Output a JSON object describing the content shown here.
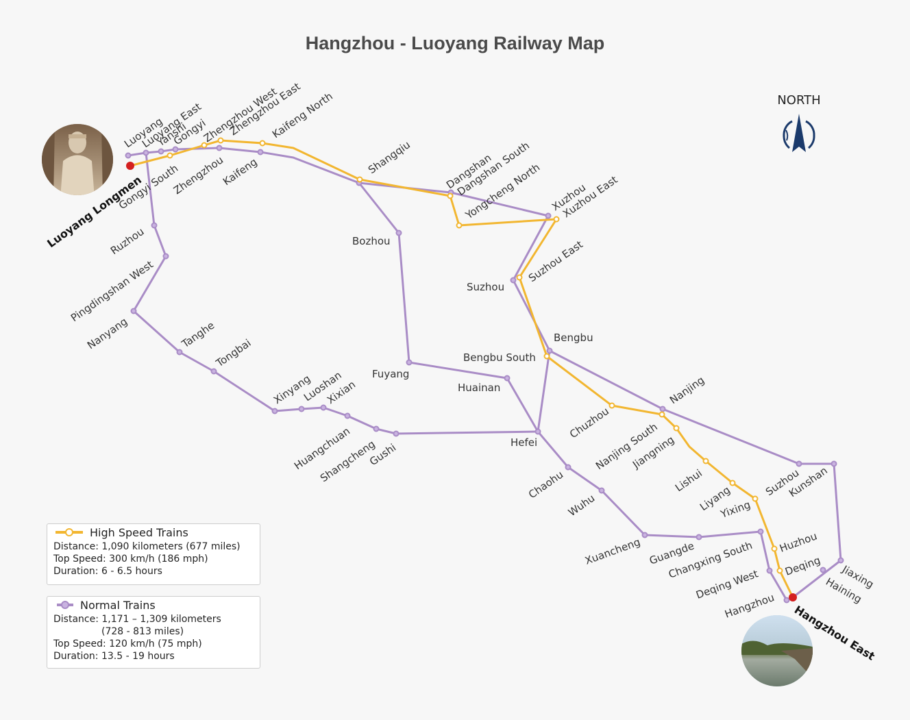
{
  "title": "Hangzhou - Luoyang Railway Map",
  "north_label": "NORTH",
  "colors": {
    "high_speed": "#f2b630",
    "normal": "#a98cc6",
    "terminal": "#d42020"
  },
  "legend": {
    "high_speed": {
      "label": "High Speed Trains",
      "distance": "Distance: 1,090 kilometers (677 miles)",
      "top_speed": "Top Speed: 300 km/h (186 mph)",
      "duration": "Duration: 6 - 6.5 hours"
    },
    "normal": {
      "label": "Normal Trains",
      "distance_1": "Distance: 1,171 – 1,309 kilometers",
      "distance_2": "(728 - 813 miles)",
      "top_speed": "Top Speed: 120 km/h (75 mph)",
      "duration": "Duration: 13.5 - 19 hours"
    }
  },
  "terminals": [
    "Luoyang Longmen",
    "Hangzhou East"
  ],
  "stations": {
    "luoyang": "Luoyang",
    "luoyang_east": "Luoyang East",
    "yanshi": "Yanshi",
    "gongyi": "Gongyi",
    "gongyi_south": "Gongyi South",
    "zhengzhou_west": "Zhengzhou West",
    "zhengzhou_east": "Zhengzhou East",
    "zhengzhou": "Zhengzhou",
    "kaifeng_north": "Kaifeng North",
    "kaifeng": "Kaifeng",
    "shangqiu": "Shangqiu",
    "dangshan": "Dangshan",
    "dangshan_south": "Dangshan South",
    "yongcheng_north": "Yongcheng North",
    "xuzhou": "Xuzhou",
    "xuzhou_east": "Xuzhou East",
    "bozhou": "Bozhou",
    "suzhou_east": "Suzhou East",
    "suzhou": "Suzhou",
    "bengbu": "Bengbu",
    "bengbu_south": "Bengbu South",
    "fuyang": "Fuyang",
    "huainan": "Huainan",
    "hefei": "Hefei",
    "ruzhou": "Ruzhou",
    "pingdingshan_west": "Pingdingshan West",
    "nanyang": "Nanyang",
    "tanghe": "Tanghe",
    "tongbai": "Tongbai",
    "xinyang": "Xinyang",
    "luoshan": "Luoshan",
    "xixian": "Xixian",
    "huangchuan": "Huangchuan",
    "shangcheng": "Shangcheng",
    "gushi": "Gushi",
    "chuzhou": "Chuzhou",
    "nanjing": "Nanjing",
    "nanjing_south": "Nanjing South",
    "jiangning": "Jiangning",
    "lishui": "Lishui",
    "liyang": "Liyang",
    "yixing": "Yixing",
    "suzhou_js": "Suzhou",
    "kunshan": "Kunshan",
    "chaohu": "Chaohu",
    "wuhu": "Wuhu",
    "xuancheng": "Xuancheng",
    "guangde": "Guangde",
    "changxing_south": "Changxing South",
    "huzhou": "Huzhou",
    "deqing": "Deqing",
    "deqing_west": "Deqing West",
    "hangzhou": "Hangzhou",
    "jiaxing": "Jiaxing",
    "haining": "Haining"
  }
}
